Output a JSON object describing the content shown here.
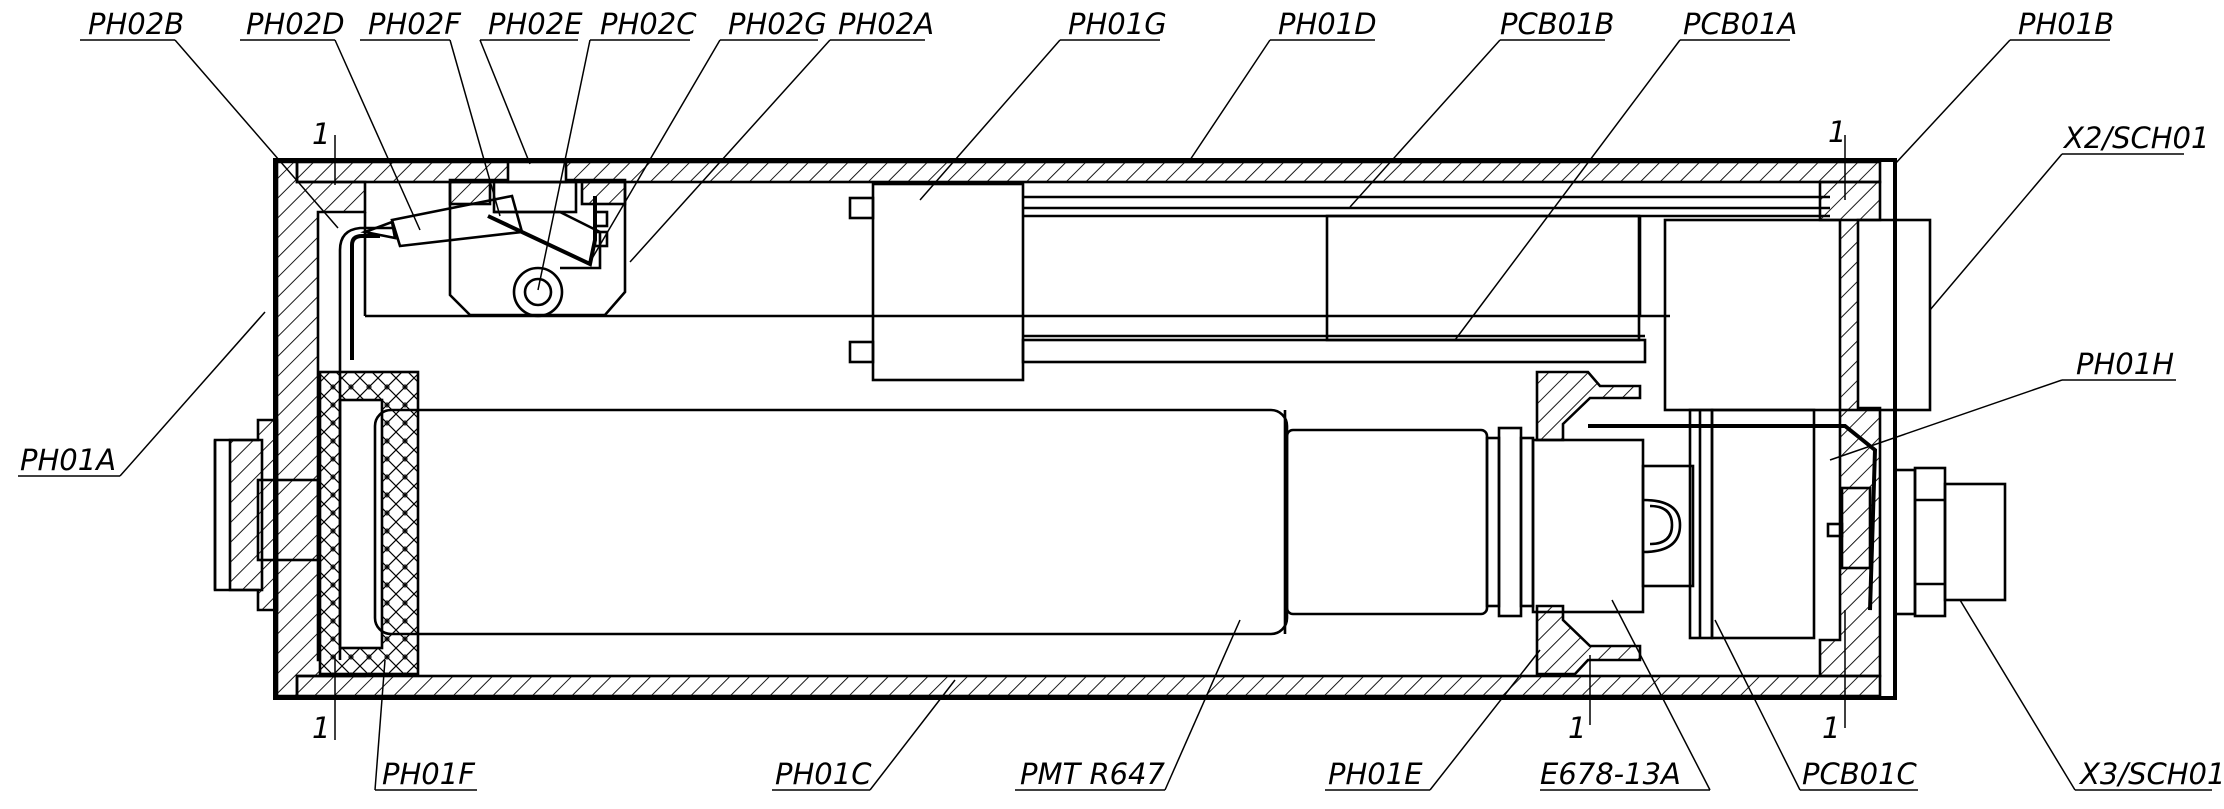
{
  "labels": {
    "ph02b": "PH02B",
    "ph02d": "PH02D",
    "ph02f": "PH02F",
    "ph02e": "PH02E",
    "ph02c": "PH02C",
    "ph02g": "PH02G",
    "ph02a": "PH02A",
    "ph01g": "PH01G",
    "ph01d": "PH01D",
    "pcb01b": "PCB01B",
    "pcb01a": "PCB01A",
    "ph01b": "PH01B",
    "x2_sch01": "X2/SCH01",
    "ph01h": "PH01H",
    "ph01a": "PH01A",
    "ph01f": "PH01F",
    "ph01c": "PH01C",
    "pmt": "PMT R647",
    "ph01e": "PH01E",
    "e678": "E678-13A",
    "pcb01c": "PCB01C",
    "x3_sch01": "X3/SCH01"
  },
  "markers": {
    "m_top_left": "1",
    "m_top_right": "1",
    "m_bottom_left": "1",
    "m_bottom_mid": "1",
    "m_bottom_right": "1"
  }
}
